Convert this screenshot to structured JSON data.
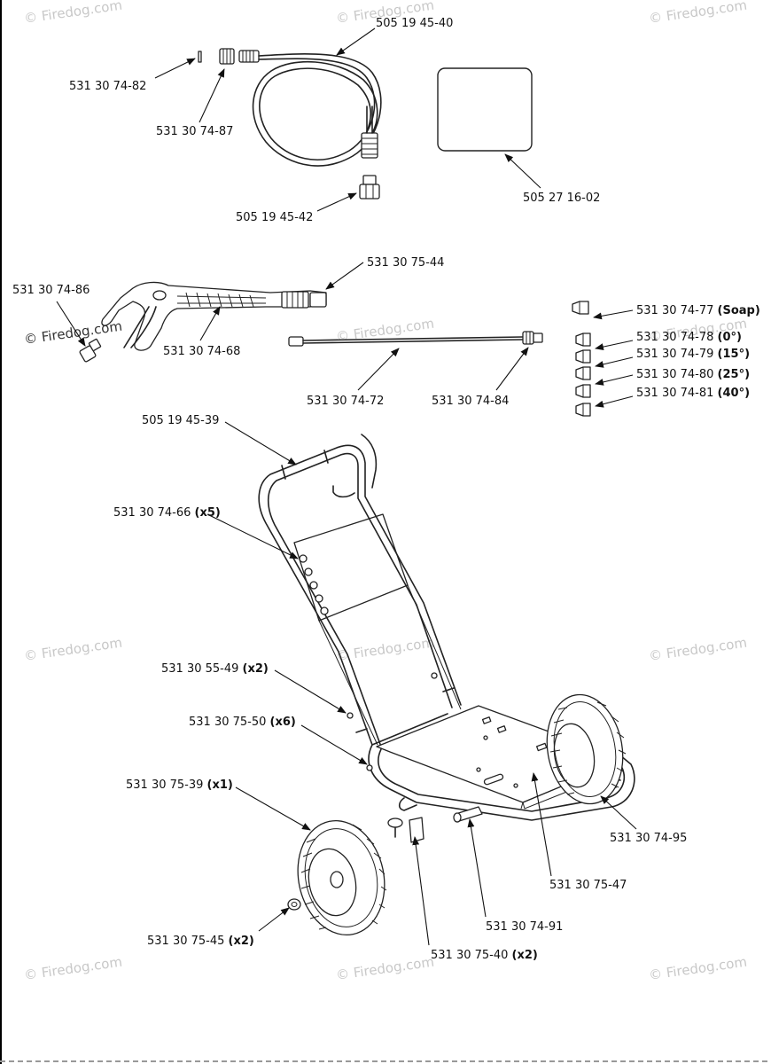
{
  "watermark_text": "© Firedog.com",
  "parts": [
    {
      "id": "p-505-19-45-40",
      "number": "505 19 45-40",
      "qty": ""
    },
    {
      "id": "p-531-30-74-82",
      "number": "531 30 74-82",
      "qty": ""
    },
    {
      "id": "p-531-30-74-87",
      "number": "531 30 74-87",
      "qty": ""
    },
    {
      "id": "p-505-19-45-42",
      "number": "505 19 45-42",
      "qty": ""
    },
    {
      "id": "p-505-27-16-02",
      "number": "505 27 16-02",
      "qty": ""
    },
    {
      "id": "p-531-30-75-44",
      "number": "531 30 75-44",
      "qty": ""
    },
    {
      "id": "p-531-30-74-86",
      "number": "531 30 74-86",
      "qty": ""
    },
    {
      "id": "p-531-30-74-68",
      "number": "531 30 74-68",
      "qty": ""
    },
    {
      "id": "p-531-30-74-72",
      "number": "531 30 74-72",
      "qty": ""
    },
    {
      "id": "p-531-30-74-84",
      "number": "531 30 74-84",
      "qty": ""
    },
    {
      "id": "p-531-30-74-77",
      "number": "531 30 74-77",
      "qty": "(Soap)"
    },
    {
      "id": "p-531-30-74-78",
      "number": "531 30 74-78",
      "qty": "(0°)"
    },
    {
      "id": "p-531-30-74-79",
      "number": "531 30 74-79",
      "qty": "(15°)"
    },
    {
      "id": "p-531-30-74-80",
      "number": "531 30 74-80",
      "qty": "(25°)"
    },
    {
      "id": "p-531-30-74-81",
      "number": "531 30 74-81",
      "qty": "(40°)"
    },
    {
      "id": "p-505-19-45-39",
      "number": "505 19 45-39",
      "qty": ""
    },
    {
      "id": "p-531-30-74-66",
      "number": "531 30 74-66",
      "qty": "(x5)"
    },
    {
      "id": "p-531-30-55-49",
      "number": "531 30 55-49",
      "qty": "(x2)"
    },
    {
      "id": "p-531-30-75-50",
      "number": "531 30 75-50",
      "qty": "(x6)"
    },
    {
      "id": "p-531-30-75-39",
      "number": "531 30 75-39",
      "qty": "(x1)"
    },
    {
      "id": "p-531-30-74-95",
      "number": "531 30 74-95",
      "qty": ""
    },
    {
      "id": "p-531-30-75-47",
      "number": "531 30 75-47",
      "qty": ""
    },
    {
      "id": "p-531-30-74-91",
      "number": "531 30 74-91",
      "qty": ""
    },
    {
      "id": "p-531-30-75-45",
      "number": "531 30 75-45",
      "qty": "(x2)"
    },
    {
      "id": "p-531-30-75-40",
      "number": "531 30 75-40",
      "qty": "(x2)"
    }
  ]
}
